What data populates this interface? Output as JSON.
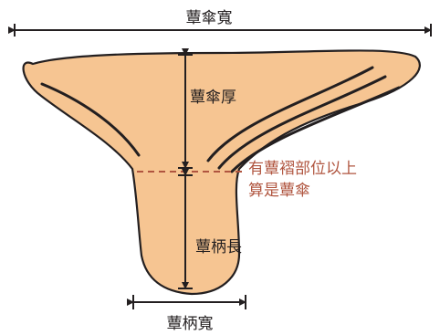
{
  "labels": {
    "cap_width": "蕈傘寬",
    "cap_thickness": "蕈傘厚",
    "stipe_length": "蕈柄長",
    "stipe_width": "蕈柄寬",
    "note_line1": "有蕈褶部位以上",
    "note_line2": "算是蕈傘"
  },
  "colors": {
    "fill": "#f6c592",
    "outline": "#231f20",
    "note": "#b0553f"
  }
}
